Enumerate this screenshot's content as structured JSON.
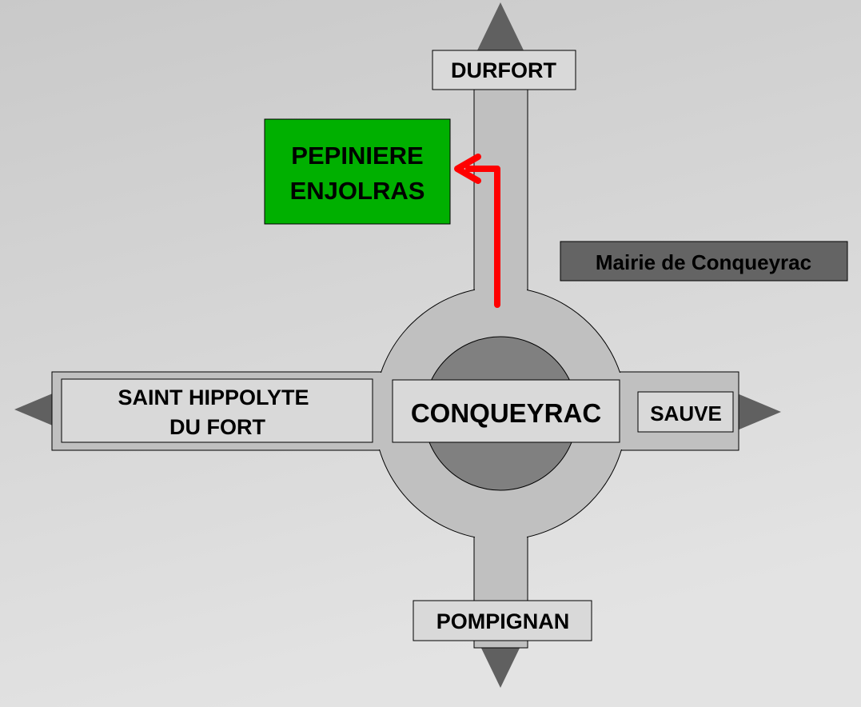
{
  "labels": {
    "durfort": "DURFORT",
    "pepiniere_line1": "PEPINIERE",
    "pepiniere_line2": "ENJOLRAS",
    "mairie": "Mairie de Conqueyrac",
    "saint_hippolyte_line1": "SAINT HIPPOLYTE",
    "saint_hippolyte_line2": "DU FORT",
    "conqueyrac": "CONQUEYRAC",
    "sauve": "SAUVE",
    "pompignan": "POMPIGNAN"
  },
  "colors": {
    "road": "#c0c0c0",
    "roundabout_center": "#808080",
    "arrow": "#606060",
    "label_box": "#d9d9d9",
    "pepiniere_box": "#00b000",
    "mairie_box": "#646464",
    "route": "#ff0000"
  }
}
